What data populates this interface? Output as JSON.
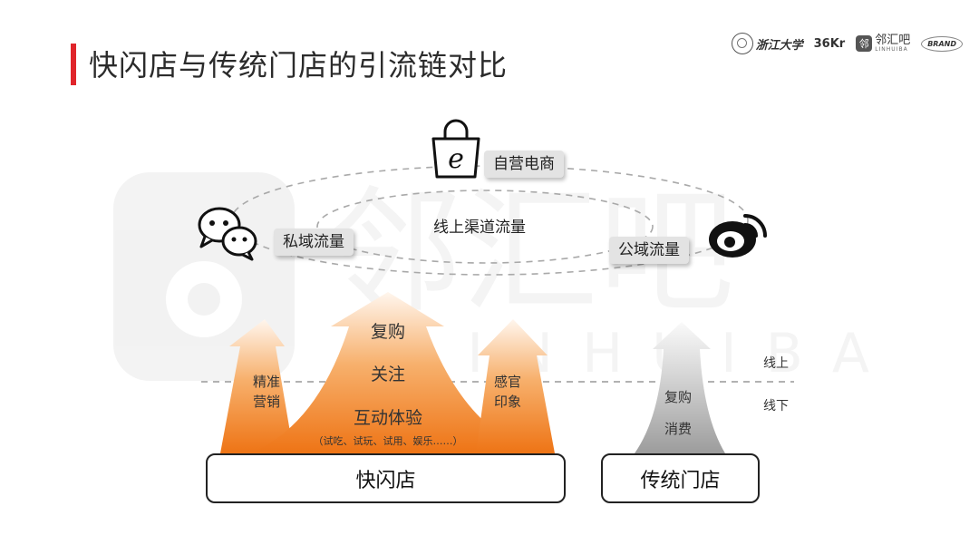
{
  "header": {
    "title": "快闪店与传统门店的引流链对比",
    "accent_color": "#e0252b"
  },
  "logos": {
    "university": "浙江大学",
    "kr": "36Kr",
    "linhuiba_badge": "邻",
    "linhuiba": "邻汇吧",
    "linhuiba_sub": "LINHUIBA",
    "brand": "BRAND"
  },
  "watermark": {
    "text": "邻汇吧",
    "sub": "LINHUIBA"
  },
  "channels": {
    "ecommerce": "自营电商",
    "online": "线上渠道流量",
    "private": "私域流量",
    "public": "公域流量",
    "icons": [
      "shopping-bag-icon",
      "wechat-icon",
      "weibo-icon"
    ]
  },
  "divider": {
    "online": "线上",
    "offline": "线下"
  },
  "popup_arrows": {
    "left_lines": [
      "精准",
      "营销"
    ],
    "center": [
      "复购",
      "关注",
      "互动体验"
    ],
    "center_note": "（试吃、试玩、试用、娱乐……）",
    "right_lines": [
      "感官",
      "印象"
    ],
    "colors": {
      "orange": "#ef7d22",
      "light": "#fff3e6"
    }
  },
  "traditional_arrow": {
    "lines": [
      "复购",
      "消费"
    ],
    "color": "#9a9a9a"
  },
  "stores": {
    "popup": "快闪店",
    "traditional": "传统门店"
  }
}
